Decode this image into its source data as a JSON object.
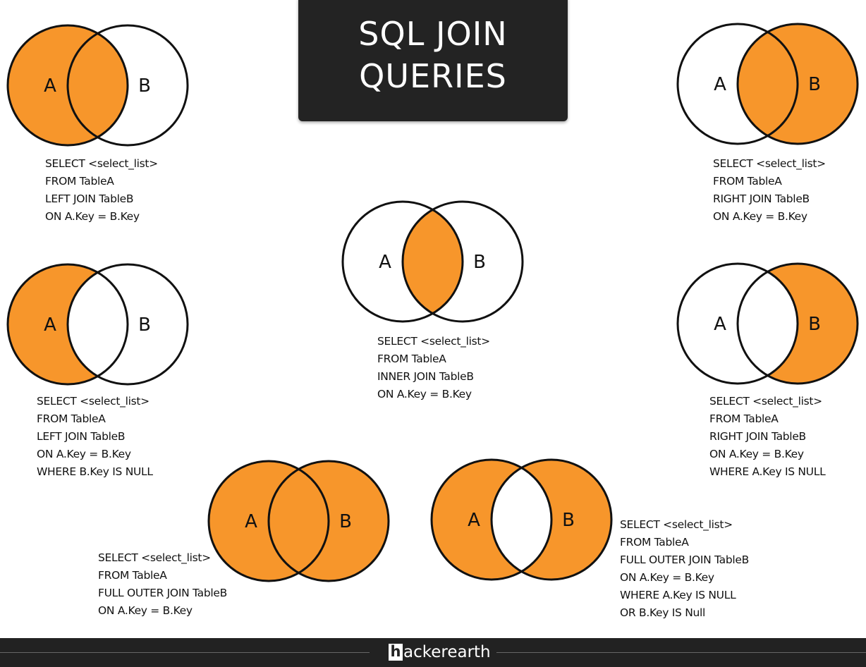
{
  "title": {
    "line1": "SQL JOIN",
    "line2": "QUERIES"
  },
  "colors": {
    "fill": "#f7962b",
    "stroke": "#111111",
    "dark": "#232323"
  },
  "diagrams": [
    {
      "id": "left-join",
      "mode": "left",
      "label_a": "A",
      "label_b": "B",
      "code": [
        "SELECT <select_list>",
        "FROM TableA",
        "LEFT JOIN TableB",
        "ON A.Key = B.Key"
      ]
    },
    {
      "id": "right-join",
      "mode": "right",
      "label_a": "A",
      "label_b": "B",
      "code": [
        "SELECT <select_list>",
        "FROM TableA",
        "RIGHT JOIN TableB",
        "ON A.Key = B.Key"
      ]
    },
    {
      "id": "inner-join",
      "mode": "inner",
      "label_a": "A",
      "label_b": "B",
      "code": [
        "SELECT <select_list>",
        "FROM TableA",
        "INNER JOIN TableB",
        "ON A.Key = B.Key"
      ]
    },
    {
      "id": "left-join-null",
      "mode": "left-only",
      "label_a": "A",
      "label_b": "B",
      "code": [
        "SELECT <select_list>",
        "FROM TableA",
        "LEFT JOIN TableB",
        "ON A.Key = B.Key",
        "WHERE B.Key IS NULL"
      ]
    },
    {
      "id": "right-join-null",
      "mode": "right-only",
      "label_a": "A",
      "label_b": "B",
      "code": [
        "SELECT <select_list>",
        "FROM TableA",
        "RIGHT JOIN TableB",
        "ON A.Key = B.Key",
        "WHERE A.Key IS NULL"
      ]
    },
    {
      "id": "full-outer-join",
      "mode": "full",
      "label_a": "A",
      "label_b": "B",
      "code": [
        "SELECT <select_list>",
        "FROM TableA",
        "FULL OUTER JOIN TableB",
        "ON A.Key = B.Key"
      ]
    },
    {
      "id": "full-outer-join-null",
      "mode": "full-exclusive",
      "label_a": "A",
      "label_b": "B",
      "code": [
        "SELECT <select_list>",
        "FROM TableA",
        "FULL OUTER JOIN TableB",
        "ON A.Key = B.Key",
        "WHERE A.Key IS NULL",
        "OR B.Key IS Null"
      ]
    }
  ],
  "footer": {
    "logo_letter": "h",
    "logo_text": "ackerearth"
  }
}
